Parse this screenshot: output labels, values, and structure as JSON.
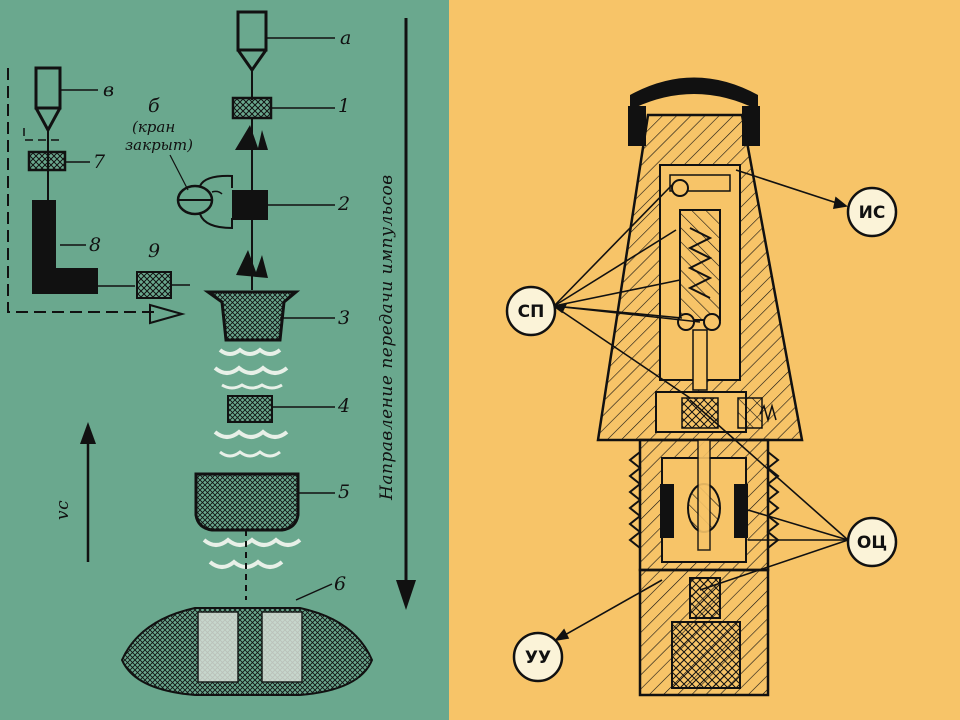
{
  "left_diagram": {
    "labels": {
      "a": "а",
      "b": "б",
      "v": "в",
      "n1": "1",
      "n2": "2",
      "n3": "3",
      "n4": "4",
      "n5": "5",
      "n6": "6",
      "n7": "7",
      "n8": "8",
      "n9": "9"
    },
    "valve_note_line1": "(кран",
    "valve_note_line2": "закрыт)",
    "direction_label": "Направление передачи импульсов",
    "velocity_label": "vc"
  },
  "right_diagram": {
    "callouts": {
      "is": "ИС",
      "sp": "СП",
      "oc": "ОЦ",
      "uu": "УУ"
    }
  },
  "colors": {
    "left_bg": "#6aa88e",
    "right_bg": "#f7c468",
    "ink": "#111111"
  }
}
